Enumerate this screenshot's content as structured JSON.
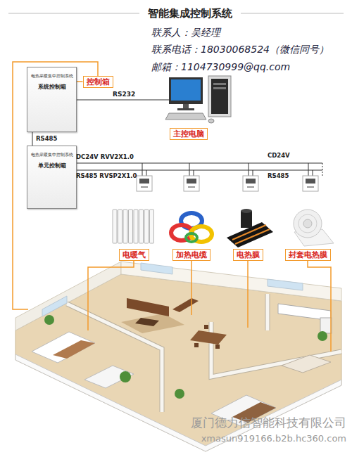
{
  "diagram": {
    "title": "智能集成控制系统",
    "nodes": [
      {
        "text": [
          "电热采暖集中控制系统",
          "系统控制箱"
        ]
      },
      {
        "text": [
          "电热采暖集中控制系统",
          "单元控制箱"
        ]
      },
      {
        "text": [
          "控制箱"
        ]
      },
      {
        "text": [
          "主控电脑"
        ]
      },
      {
        "text": [
          "电暖气"
        ]
      },
      {
        "text": [
          "加热电缆"
        ]
      },
      {
        "text": [
          "电热膜"
        ]
      },
      {
        "text": [
          "封套电热膜"
        ]
      }
    ],
    "edges": [
      {
        "from": 2,
        "to": 0,
        "arrow": "none"
      },
      {
        "from": 0,
        "to": 1,
        "label": "RS485",
        "arrow": "none"
      }
    ],
    "labels": [
      "联系人：吴经理",
      "联系电话：18030068524（微信同号）",
      "邮箱：1104730999@qq.com",
      "RS232",
      "DC24V RVV2X1.0",
      "RS485 RVSP2X1.0",
      "CD24V",
      "RS485",
      "厦门德力信智能科技有限公司",
      "xmasun919166.b2b.hc360.com"
    ]
  }
}
